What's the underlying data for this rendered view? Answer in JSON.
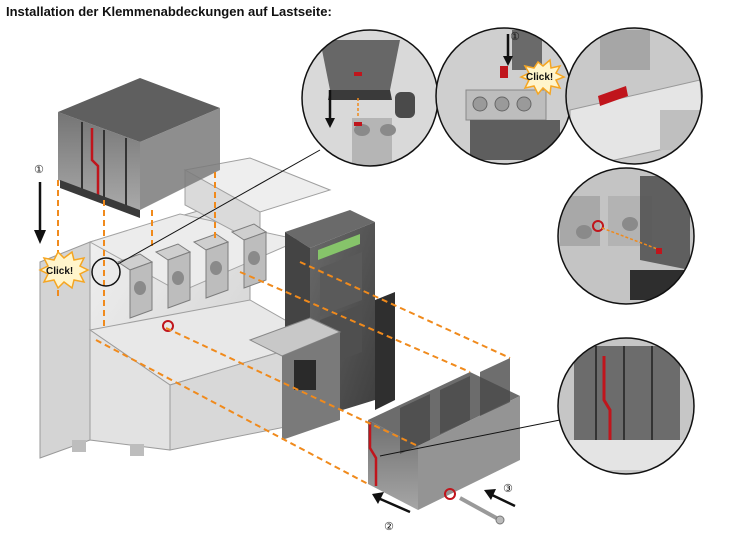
{
  "title": "Installation der Klemmenabdeckungen auf Lastseite:",
  "callouts": {
    "click_main": "Click!",
    "click_detail": "Click!"
  },
  "steps": {
    "step1_main": "①",
    "step1_detail": "①",
    "step2": "②",
    "step3": "③"
  },
  "colors": {
    "guide_line": "#f08a1c",
    "seal_red": "#c0151c",
    "burst_fill": "#fff5cc",
    "burst_stroke": "#f5a623",
    "body_grey": "#e3e3e3",
    "cover_grey": "#6e6e6e"
  }
}
